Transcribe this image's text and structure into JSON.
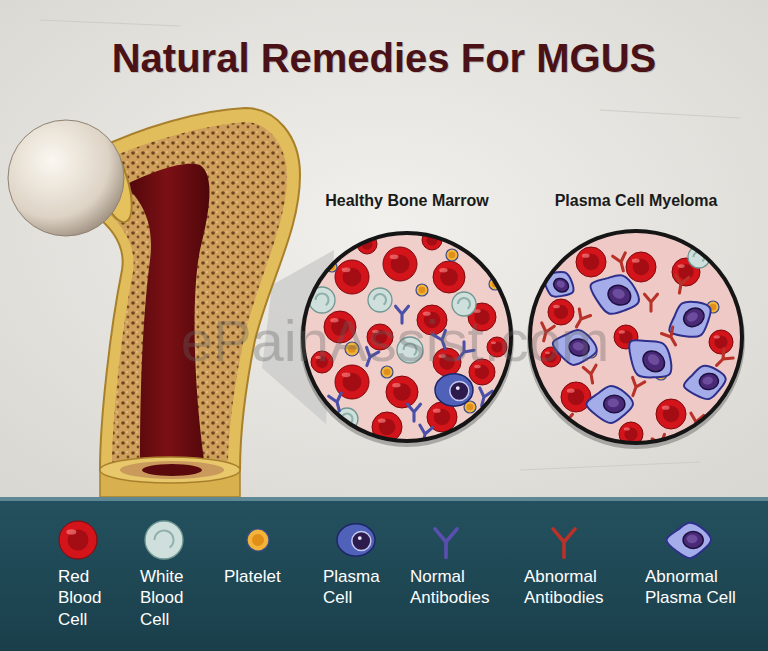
{
  "diagram": {
    "title": "Natural Remedies For MGUS",
    "nodes": [
      {
        "text": [
          "Healthy Bone Marrow"
        ]
      },
      {
        "text": [
          "Plasma Cell Myeloma"
        ]
      }
    ],
    "labels": [
      "ePainAssist.com"
    ],
    "legend": [
      {
        "text": "Red Blood Cell"
      },
      {
        "text": "White Blood Cell"
      },
      {
        "text": "Platelet"
      },
      {
        "text": "Plasma Cell"
      },
      {
        "text": "Normal Antibodies"
      },
      {
        "text": "Abnormal Antibodies"
      },
      {
        "text": "Abnormal Plasma Cell"
      }
    ]
  }
}
